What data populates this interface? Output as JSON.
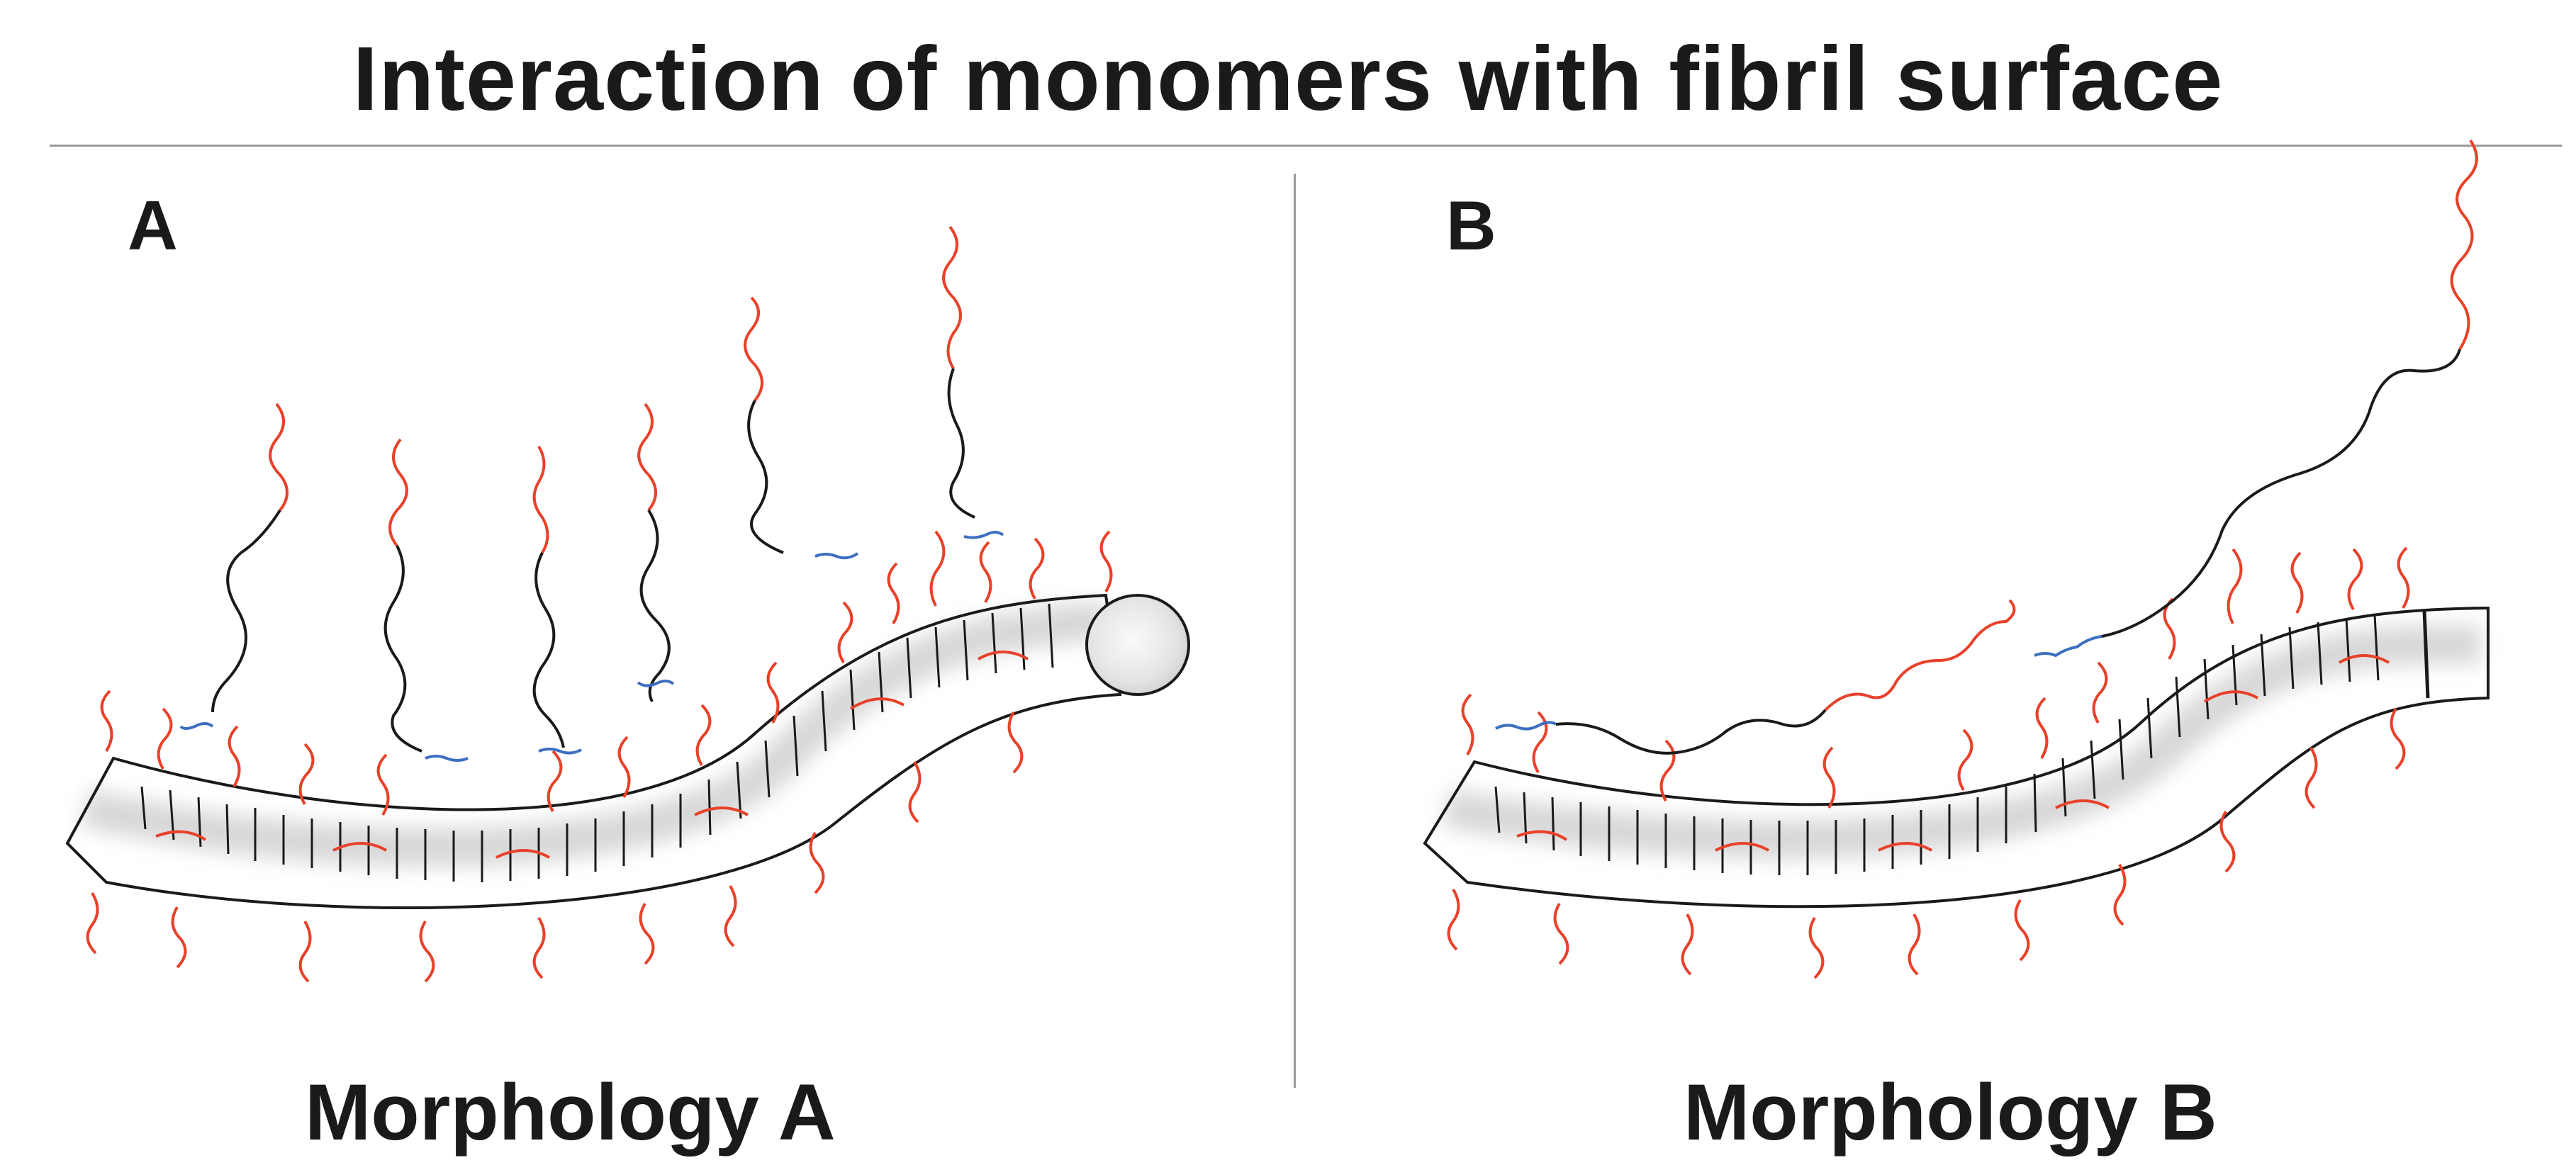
{
  "title": "Interaction of monomers with fibril surface",
  "panels": [
    {
      "letter": "A",
      "caption": "Morphology A"
    },
    {
      "letter": "B",
      "caption": "Morphology B"
    }
  ],
  "colors": {
    "outline": "#1a1a1a",
    "fibril_shading": "#d8d8d8",
    "terminal_red": "#e8412a",
    "terminal_blue": "#3d6fc0",
    "divider": "#9a9a9a"
  }
}
